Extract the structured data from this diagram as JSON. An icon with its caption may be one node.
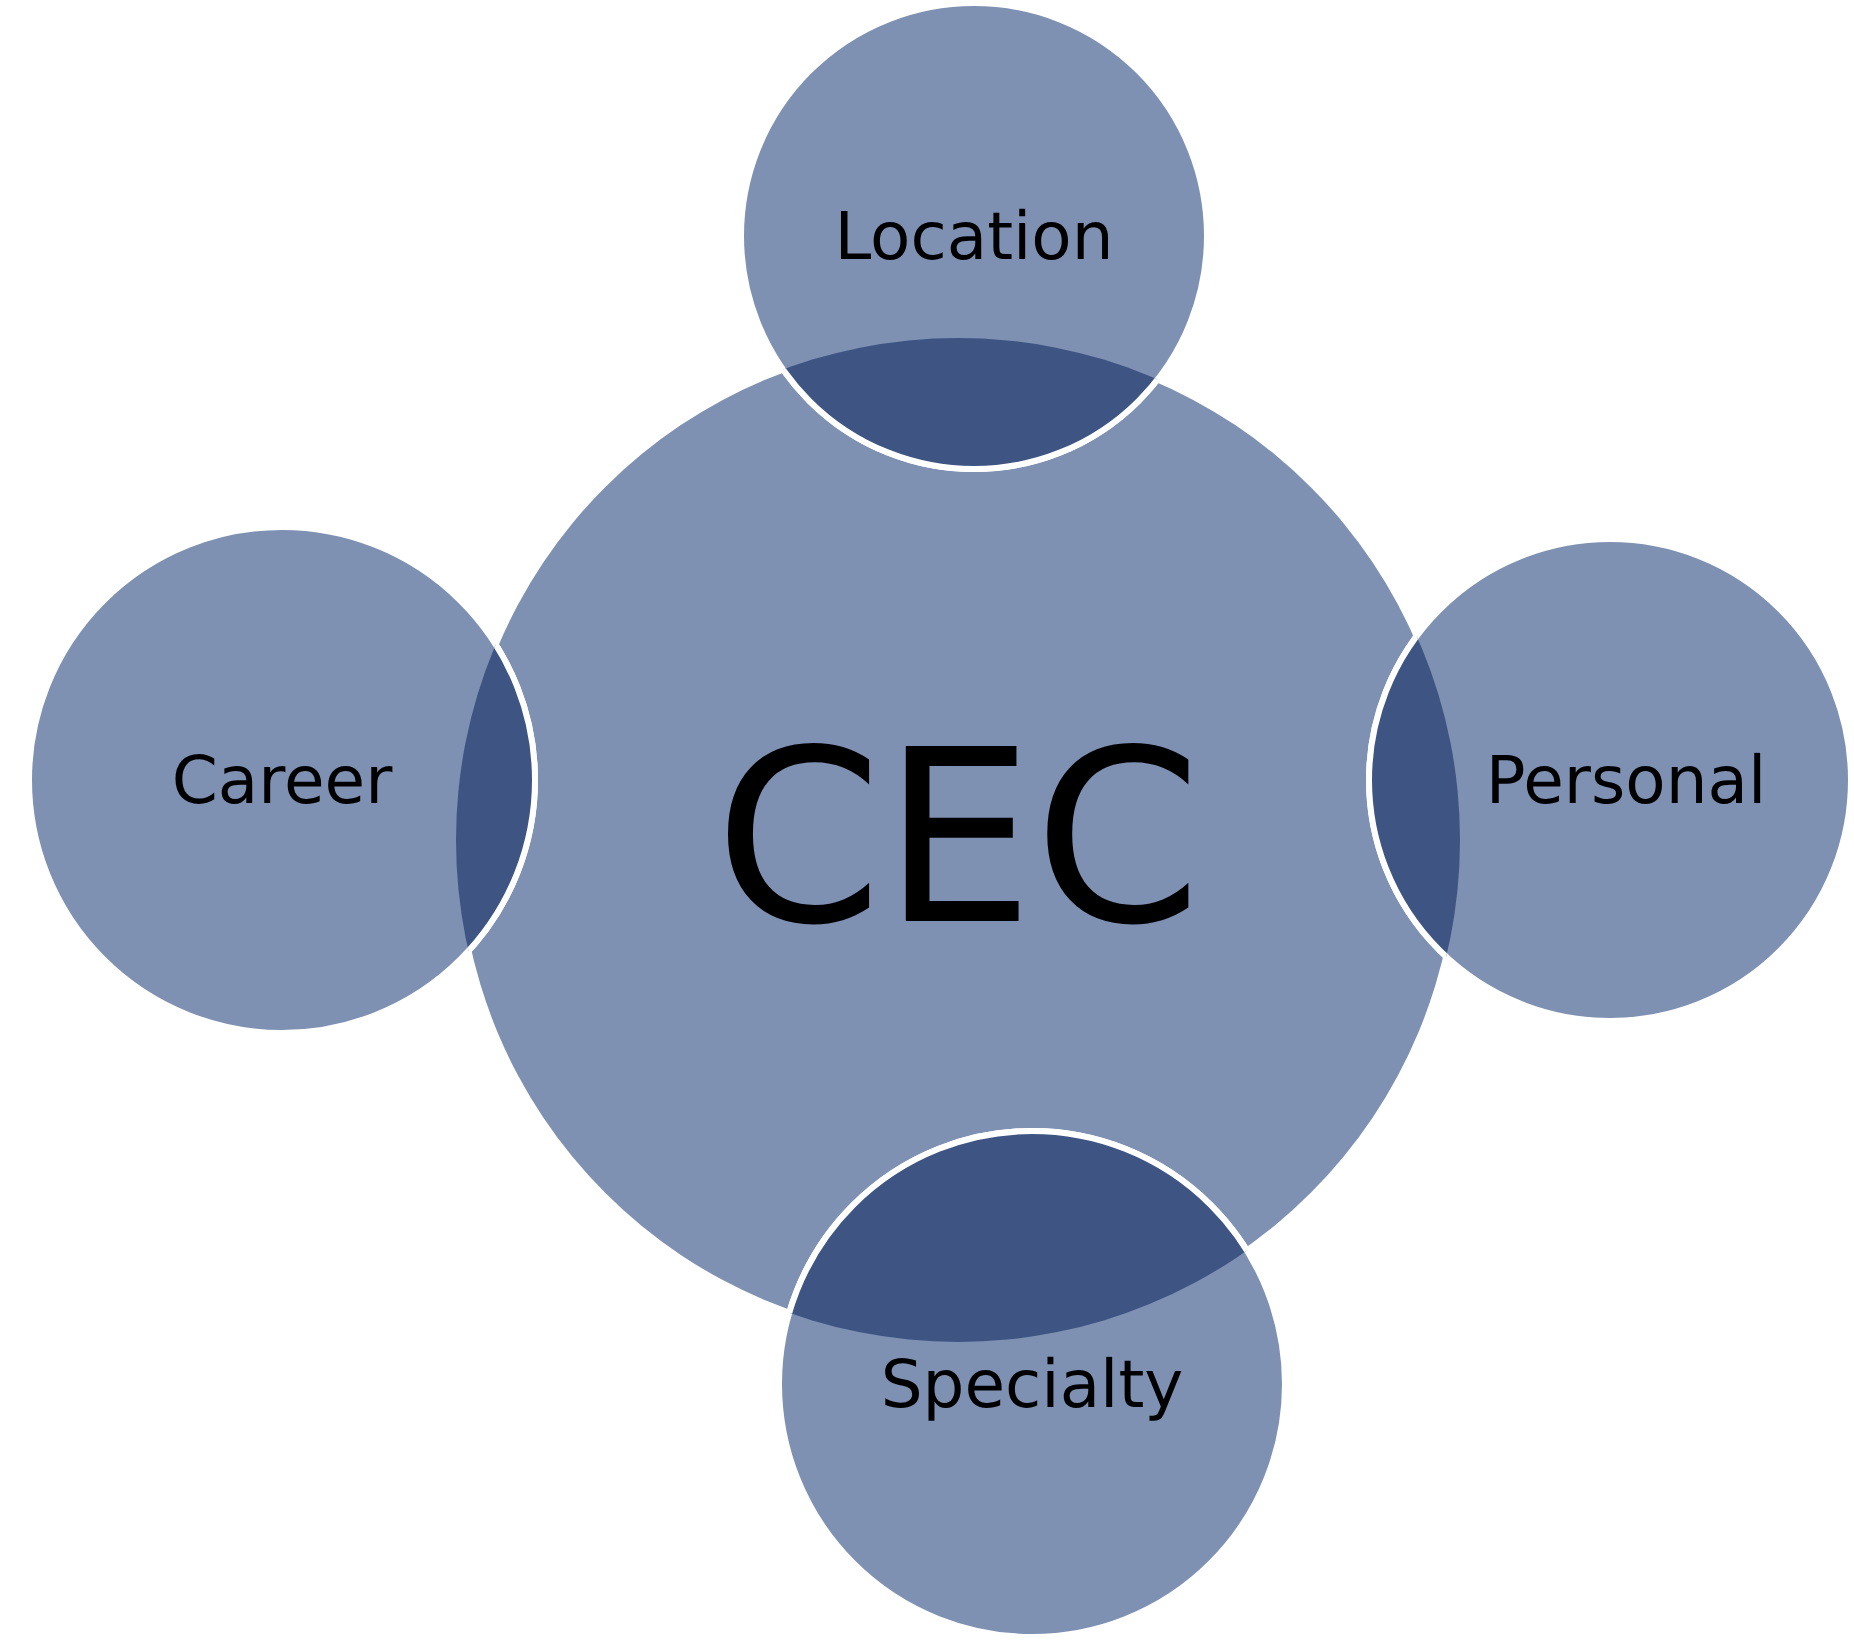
{
  "diagram": {
    "nodes": [
      {
        "text": [
          "CEC"
        ]
      },
      {
        "text": [
          "Location"
        ]
      },
      {
        "text": [
          "Career"
        ]
      },
      {
        "text": [
          "Personal"
        ]
      },
      {
        "text": [
          "Specialty"
        ]
      }
    ]
  }
}
